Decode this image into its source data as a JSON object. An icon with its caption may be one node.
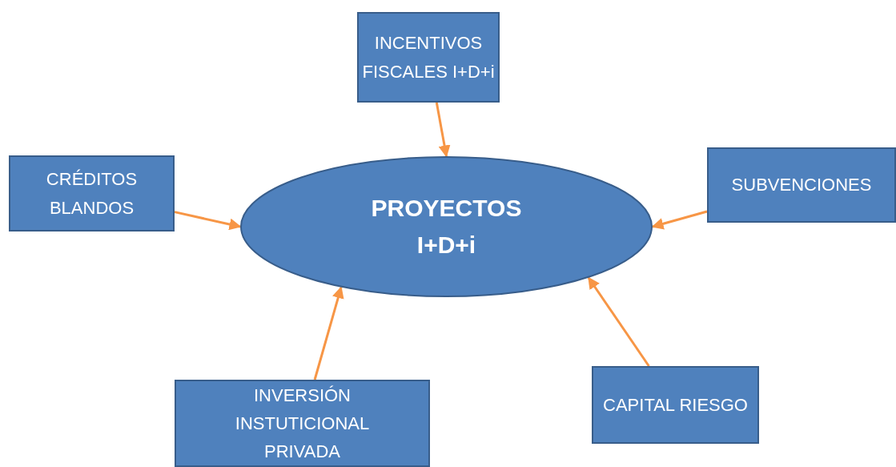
{
  "diagram": {
    "nodes": [
      {
        "text": [
          "PROYECTOS I+D+i"
        ]
      },
      {
        "text": [
          "INCENTIVOS FISCALES I+D+i"
        ]
      },
      {
        "text": [
          "CRÉDITOS BLANDOS"
        ]
      },
      {
        "text": [
          "SUBVENCIONES"
        ]
      },
      {
        "text": [
          "INVERSIÓN INSTUTICIONAL PRIVADA"
        ]
      },
      {
        "text": [
          "CAPITAL RIESGO"
        ]
      }
    ],
    "edges": [
      {
        "from": 1,
        "to": 0,
        "arrow": "to"
      },
      {
        "from": 2,
        "to": 0,
        "arrow": "to"
      },
      {
        "from": 3,
        "to": 0,
        "arrow": "to"
      },
      {
        "from": 4,
        "to": 0,
        "arrow": "to"
      },
      {
        "from": 5,
        "to": 0,
        "arrow": "to"
      }
    ]
  }
}
